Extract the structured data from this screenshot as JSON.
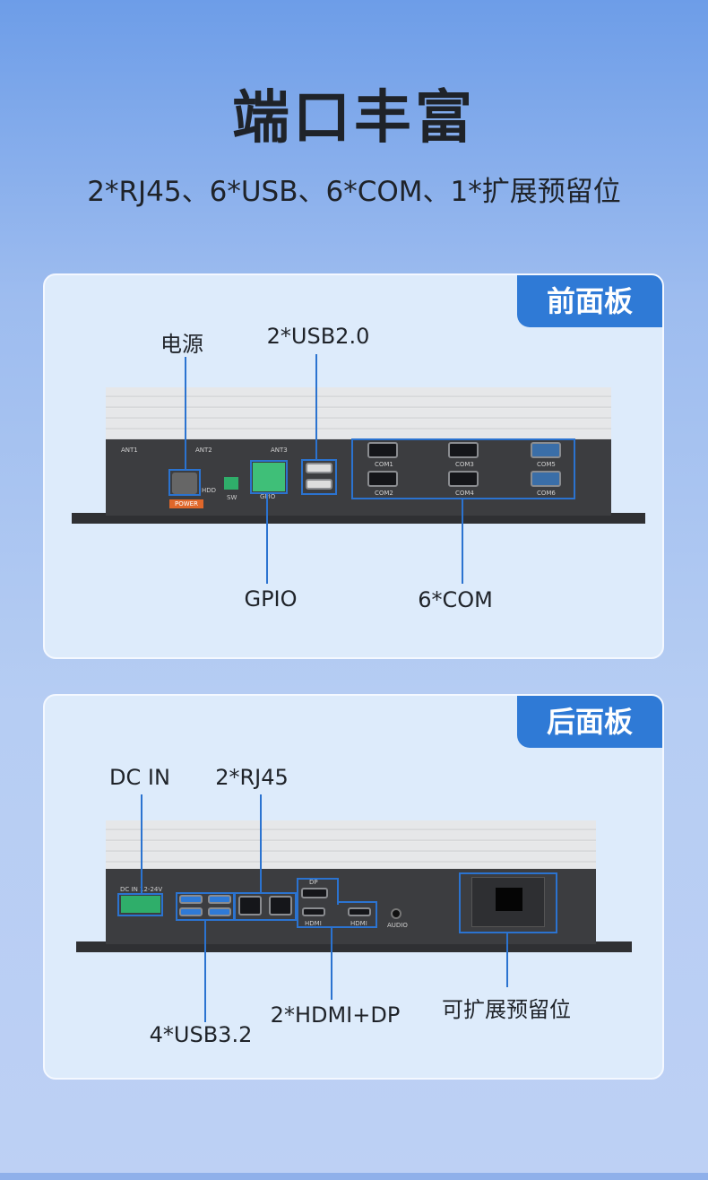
{
  "header": {
    "title": "端口丰富",
    "subtitle": "2*RJ45、6*USB、6*COM、1*扩展预留位"
  },
  "front": {
    "tab": "前面板",
    "callouts": {
      "power": "电源",
      "usb": "2*USB2.0",
      "gpio": "GPIO",
      "com": "6*COM"
    },
    "silk": {
      "ant1": "ANT1",
      "ant2": "ANT2",
      "ant3": "ANT3",
      "hdd": "HDD",
      "sw": "SW",
      "gpio": "GPIO",
      "power": "POWER",
      "com1": "COM1",
      "com2": "COM2",
      "com3": "COM3",
      "com4": "COM4",
      "com5": "COM5",
      "com6": "COM6"
    }
  },
  "back": {
    "tab": "后面板",
    "callouts": {
      "dcin": "DC IN",
      "rj45": "2*RJ45",
      "usb": "4*USB3.2",
      "display": "2*HDMI+DP",
      "expansion": "可扩展预留位"
    },
    "silk": {
      "dcin": "DC IN 12-24V",
      "dp": "DP",
      "hdmi1": "HDMI",
      "hdmi2": "HDMI",
      "audio": "AUDIO"
    }
  },
  "colors": {
    "accent": "#2f7ad6",
    "callout": "#2b73d0",
    "card": "#ddebfb"
  }
}
